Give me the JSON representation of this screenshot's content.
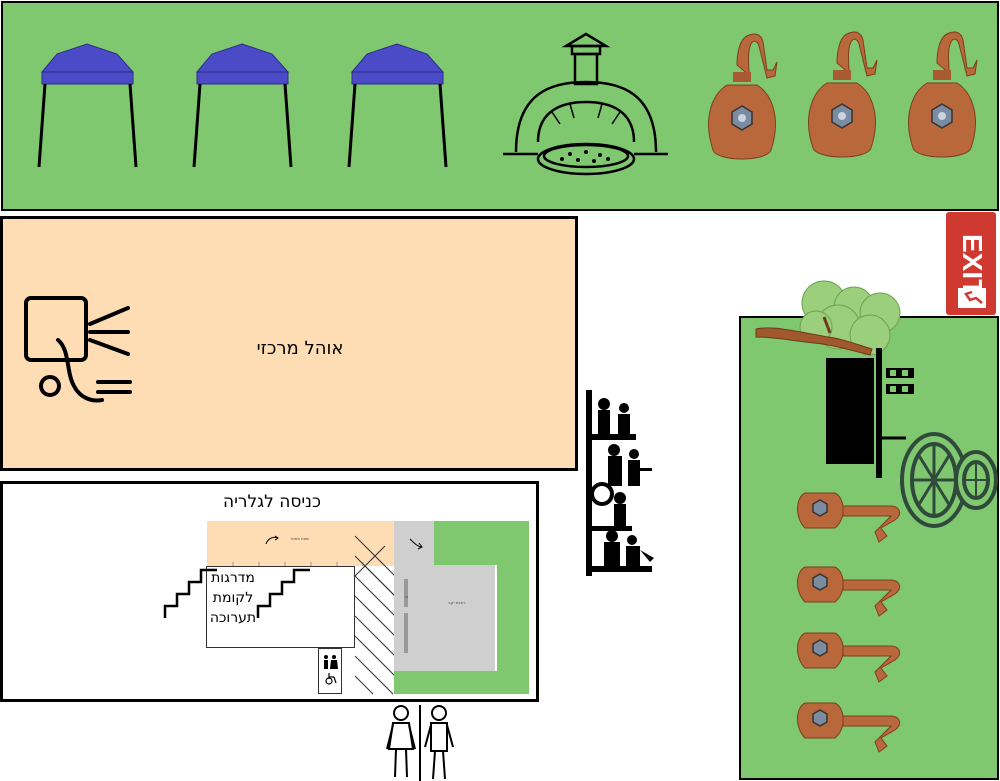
{
  "map": {
    "central_tent": {
      "label": "אוהל מרכזי"
    },
    "gallery": {
      "entrance_label": "כניסה לגלריה",
      "stairs_label_lines": [
        "מדרגות",
        "לקומת",
        "תערוכה"
      ],
      "small_label_stage": "שטח פתוח",
      "small_label_hall": "רחבת יקב",
      "small_label_bar": "בר"
    },
    "exit_sign": {
      "text": "EXIT"
    }
  },
  "icons": {
    "tent": "canopy-tent-icon",
    "oven": "pizza-oven-icon",
    "still": "copper-still-icon",
    "tree": "tree-icon",
    "press": "wine-press-icon",
    "band": "band-silhouette-icon",
    "restroom": "restroom-icon",
    "accessible": "wheelchair-icon",
    "sound": "speaker-icon"
  },
  "colors": {
    "grass": "#80c870",
    "tent_floor": "#fedcb4",
    "canopy": "#4b4bc8",
    "copper": "#b9683c",
    "exit_red": "#d0392f",
    "gray_floor": "#cfcfcf"
  }
}
